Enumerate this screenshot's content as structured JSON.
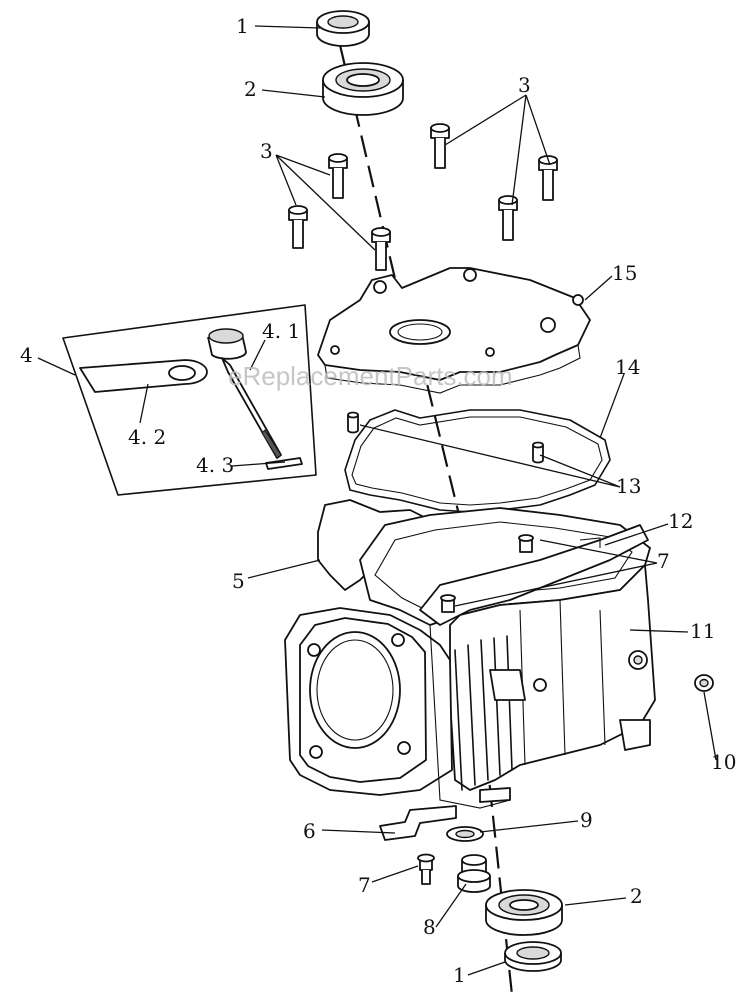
{
  "diagram": {
    "watermark": "eReplacementParts.com",
    "callouts": {
      "c1_top": "1",
      "c2_top": "2",
      "c3_left": "3",
      "c3_right": "3",
      "c4": "4",
      "c4_1": "4. 1",
      "c4_2": "4. 2",
      "c4_3": "4. 3",
      "c5": "5",
      "c6": "6",
      "c7_bottom": "7",
      "c7_right": "7",
      "c8": "8",
      "c9": "9",
      "c10": "10",
      "c11": "11",
      "c12": "12",
      "c13": "13",
      "c14": "14",
      "c15": "15",
      "c2_bottom": "2",
      "c1_bottom": "1"
    }
  }
}
